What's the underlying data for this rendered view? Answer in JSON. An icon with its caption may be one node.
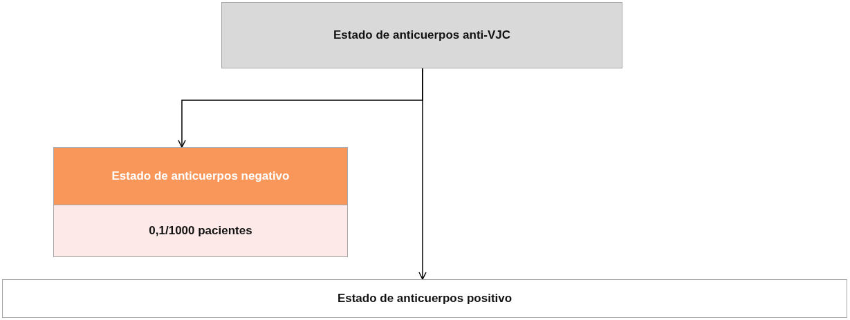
{
  "diagram": {
    "nodes": [
      {
        "text": [
          "Estado de anticuerpos anti-VJC"
        ]
      },
      {
        "text": [
          "Estado de anticuerpos negativo",
          "0,1/1000 pacientes"
        ]
      },
      {
        "text": [
          "Estado de anticuerpos positivo"
        ]
      }
    ],
    "edges": [
      {
        "from": 0,
        "to": 1,
        "arrow": "to"
      },
      {
        "from": 0,
        "to": 2,
        "arrow": "to"
      }
    ]
  }
}
